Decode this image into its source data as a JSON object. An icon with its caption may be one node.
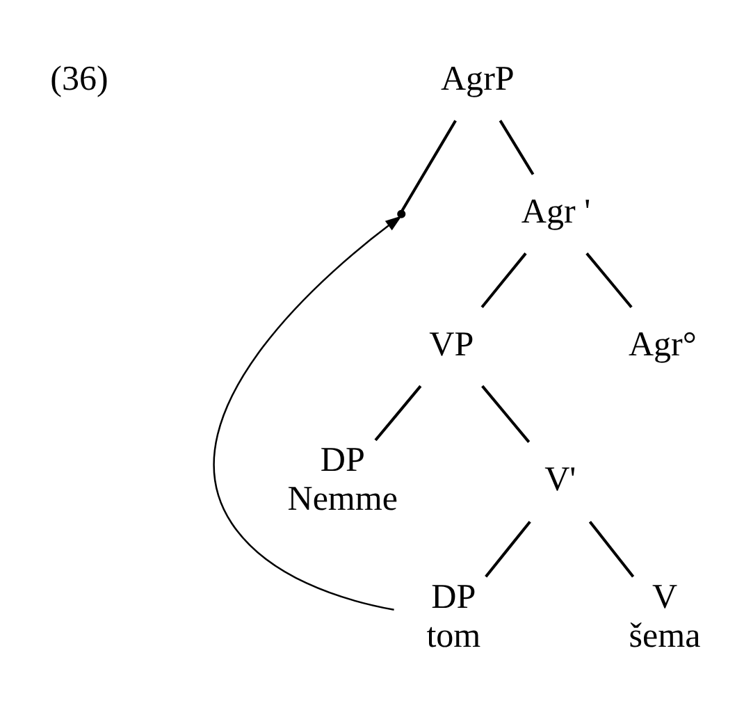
{
  "diagram": {
    "nodes": [
      {
        "text": [
          "AgrP"
        ]
      },
      {
        "text": [],
        "shape": "point"
      },
      {
        "text": [
          "Agr '"
        ]
      },
      {
        "text": [
          "VP"
        ]
      },
      {
        "text": [
          "Agr°"
        ]
      },
      {
        "text": [
          "DP",
          "Nemme"
        ]
      },
      {
        "text": [
          "V'"
        ]
      },
      {
        "text": [
          "DP",
          "tom"
        ]
      },
      {
        "text": [
          "V",
          "šema"
        ]
      }
    ],
    "edges": [
      {
        "from": 0,
        "to": 1,
        "arrow": "none"
      },
      {
        "from": 0,
        "to": 2,
        "arrow": "none"
      },
      {
        "from": 2,
        "to": 3,
        "arrow": "none"
      },
      {
        "from": 2,
        "to": 4,
        "arrow": "none"
      },
      {
        "from": 3,
        "to": 5,
        "arrow": "none"
      },
      {
        "from": 3,
        "to": 6,
        "arrow": "none"
      },
      {
        "from": 6,
        "to": 7,
        "arrow": "none"
      },
      {
        "from": 6,
        "to": 8,
        "arrow": "none"
      },
      {
        "from": 7,
        "to": 1,
        "arrow": "to"
      }
    ],
    "labels": [
      "(36)"
    ]
  }
}
